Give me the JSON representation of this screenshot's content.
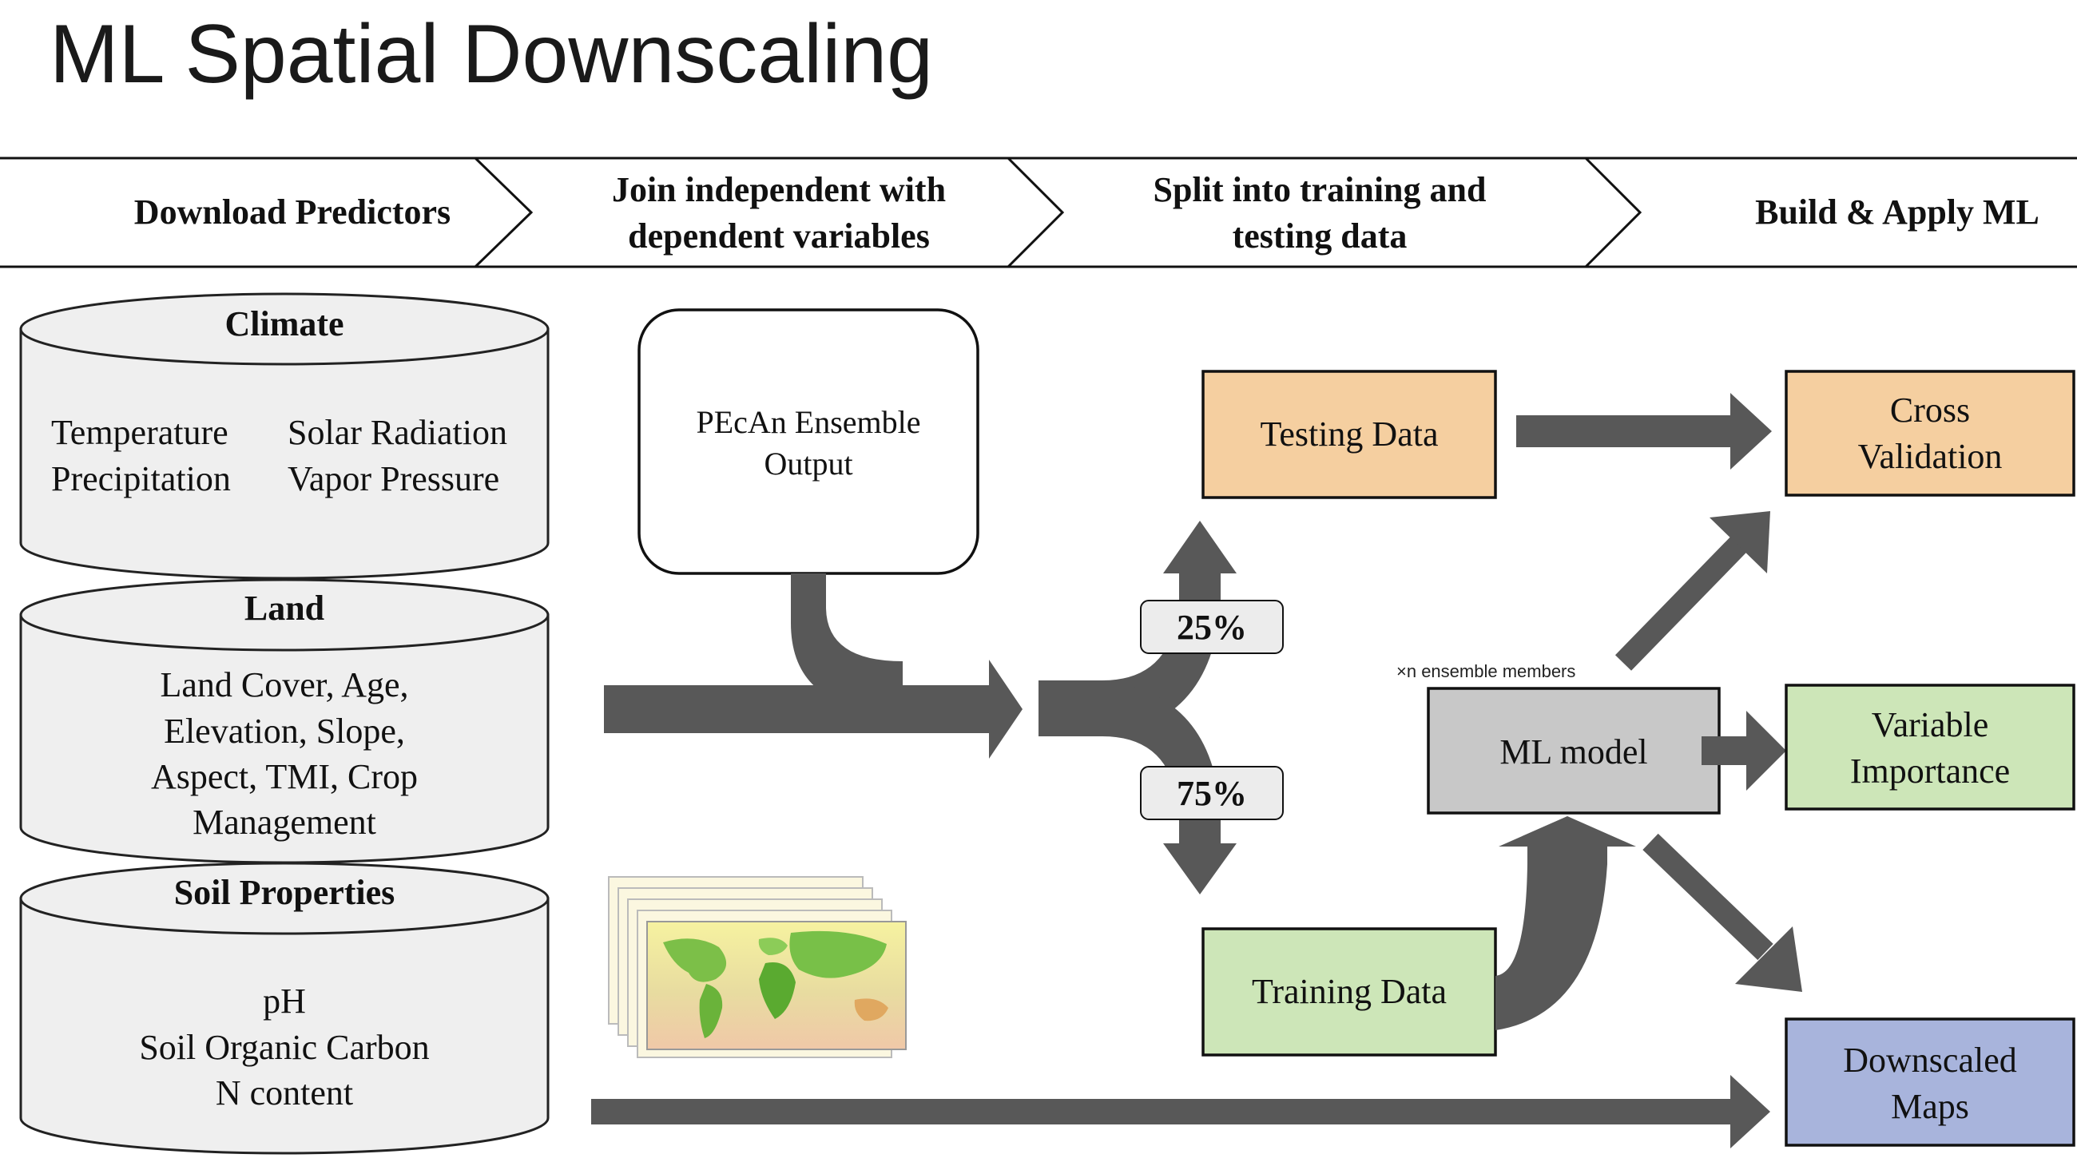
{
  "title": "ML Spatial Downscaling",
  "steps": [
    {
      "lines": [
        "Download Predictors"
      ]
    },
    {
      "lines": [
        "Join independent with",
        "dependent variables"
      ]
    },
    {
      "lines": [
        "Split into training and",
        "testing data"
      ]
    },
    {
      "lines": [
        "Build & Apply ML"
      ]
    }
  ],
  "predictors": {
    "climate": {
      "title": "Climate",
      "items": [
        "Temperature",
        "Precipitation",
        "Solar Radiation",
        "Vapor Pressure"
      ]
    },
    "land": {
      "title": "Land",
      "lines": [
        "Land Cover, Age,",
        "Elevation, Slope,",
        "Aspect, TMI, Crop",
        "Management"
      ]
    },
    "soil": {
      "title": "Soil Properties",
      "lines": [
        "pH",
        "Soil Organic Carbon",
        "N content"
      ]
    }
  },
  "pecan": {
    "lines": [
      "PEcAn Ensemble",
      "Output"
    ]
  },
  "split": {
    "testing_pct": "25%",
    "training_pct": "75%"
  },
  "testing_data": "Testing Data",
  "training_data": "Training Data",
  "ml_model": {
    "label": "ML model",
    "note": "×n ensemble members"
  },
  "outputs": {
    "cross_validation": [
      "Cross",
      "Validation"
    ],
    "variable_importance": [
      "Variable",
      "Importance"
    ],
    "downscaled_maps": [
      "Downscaled",
      "Maps"
    ]
  },
  "colors": {
    "orange": "#f5cfa0",
    "green": "#cde6b8",
    "blue": "#a8b4dc",
    "gray_box": "#c8c8c8",
    "cylinder": "#efefef",
    "arrow": "#585858",
    "pill": "#ececec"
  }
}
